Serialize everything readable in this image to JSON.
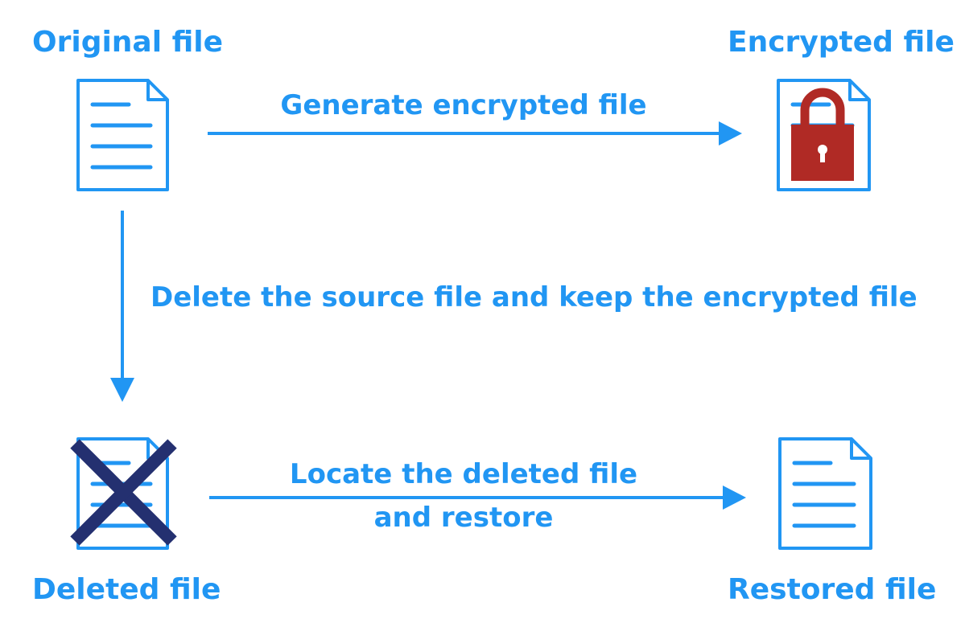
{
  "nodes": {
    "original": {
      "label": "Original file"
    },
    "encrypted": {
      "label": "Encrypted file"
    },
    "deleted": {
      "label": "Deleted file"
    },
    "restored": {
      "label": "Restored file"
    }
  },
  "edges": {
    "generate": {
      "label": "Generate encrypted file"
    },
    "delete": {
      "label": "Delete the source file and keep the encrypted file"
    },
    "restore": {
      "line1": "Locate the deleted file",
      "line2": "and restore"
    }
  },
  "colors": {
    "primary": "#2196f3",
    "lock": "#b02a25",
    "cross": "#243070"
  },
  "icons": {
    "original": "document-icon",
    "encrypted": "locked-document-icon",
    "deleted": "deleted-document-icon",
    "restored": "document-icon"
  }
}
